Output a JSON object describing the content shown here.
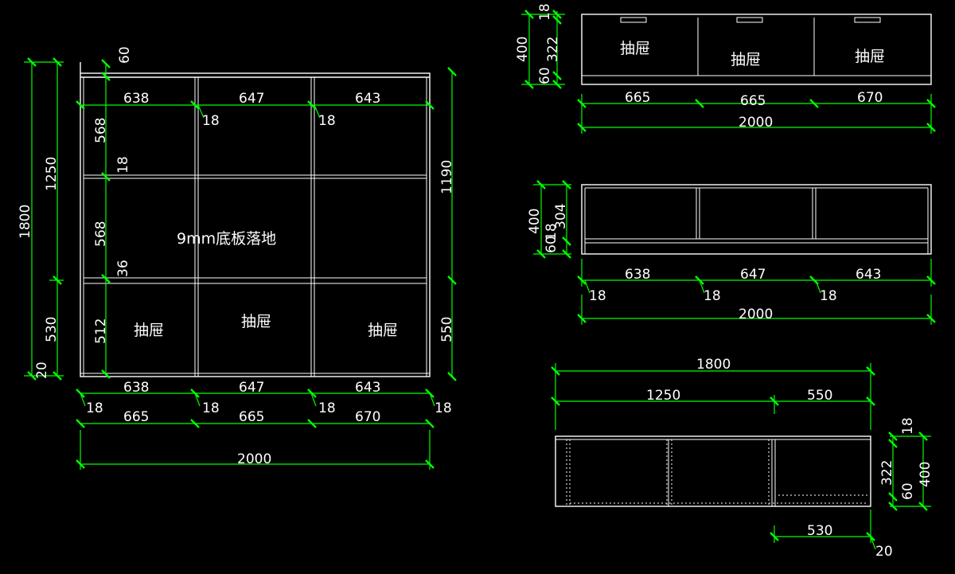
{
  "colors": {
    "background": "#000000",
    "object": "#ffffff",
    "dimension": "#00ff00"
  },
  "labels": {
    "drawer": "抽屉",
    "floor_note": "9mm底板落地"
  },
  "front_view": {
    "overall_width": "2000",
    "overall_height": "1800",
    "upper_height": "1250",
    "lower_height": "530",
    "plinth": "20",
    "top_rail": "60",
    "right_upper": "1190",
    "right_lower": "550",
    "top_cols": [
      "638",
      "647",
      "643"
    ],
    "bottom_cols": [
      "638",
      "647",
      "643"
    ],
    "outer_cols": [
      "665",
      "665",
      "670"
    ],
    "thickness": "18",
    "row1": "568",
    "row2": "568",
    "row3": "512",
    "middle_shelf": "36"
  },
  "top_drawer_view": {
    "height": "400",
    "top": "18",
    "body": "322",
    "bottom": "60",
    "cols": [
      "665",
      "665",
      "670"
    ],
    "width": "2000"
  },
  "middle_view": {
    "height": "400",
    "inner": "304",
    "bottom_a": "60",
    "bottom_b": "18",
    "cols": [
      "638",
      "647",
      "643"
    ],
    "thickness": "18",
    "width": "2000"
  },
  "side_view": {
    "total": "1800",
    "upper": "1250",
    "lower": "550",
    "depth": "400",
    "top": "18",
    "body": "322",
    "bottom": "60",
    "drawer_depth": "530",
    "plinth": "20"
  }
}
